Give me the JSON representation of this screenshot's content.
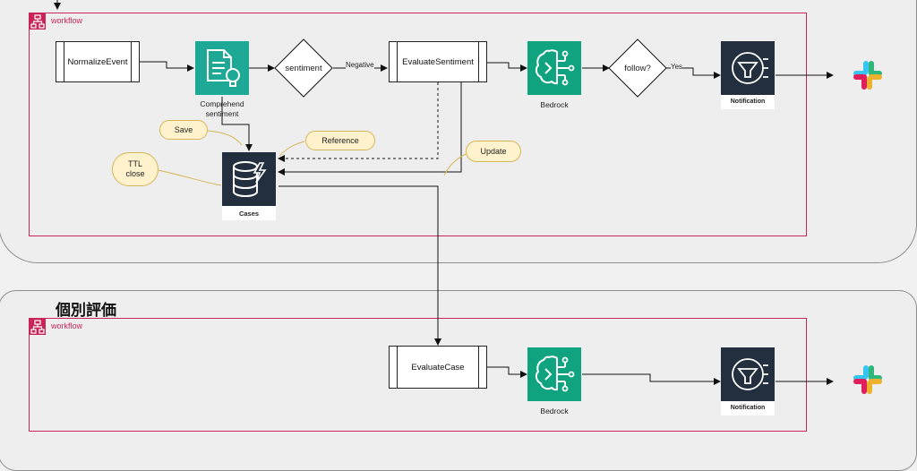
{
  "colors": {
    "workflow": "#c7245a",
    "comprehend": "#1ea896",
    "bedrock": "#10a37f",
    "notification": "#232f3e",
    "note_fill": "#fff2cc",
    "note_stroke": "#d6b656"
  },
  "group1": {
    "workflow_label": "workflow",
    "normalize_event": "NormalizeEvent",
    "comprehend_label": "Comprehend sentiment",
    "sentiment_decision": "sentiment",
    "negative_label": "Negative",
    "evaluate_sentiment": "EvaluateSentiment",
    "bedrock_label": "Bedrock",
    "follow_decision": "follow?",
    "yes_label": "Yes",
    "notification_label": "Notification",
    "cases_label": "Cases",
    "notes": {
      "save": "Save",
      "reference": "Reference",
      "update": "Update",
      "ttl": "TTL close"
    }
  },
  "group2": {
    "title": "個別評価",
    "workflow_label": "workflow",
    "evaluate_case": "EvaluateCase",
    "bedrock_label": "Bedrock",
    "notification_label": "Notification"
  },
  "icons": [
    "workflow-icon",
    "comprehend-icon",
    "bedrock-icon",
    "notification-icon",
    "dynamodb-icon",
    "slack-icon"
  ]
}
